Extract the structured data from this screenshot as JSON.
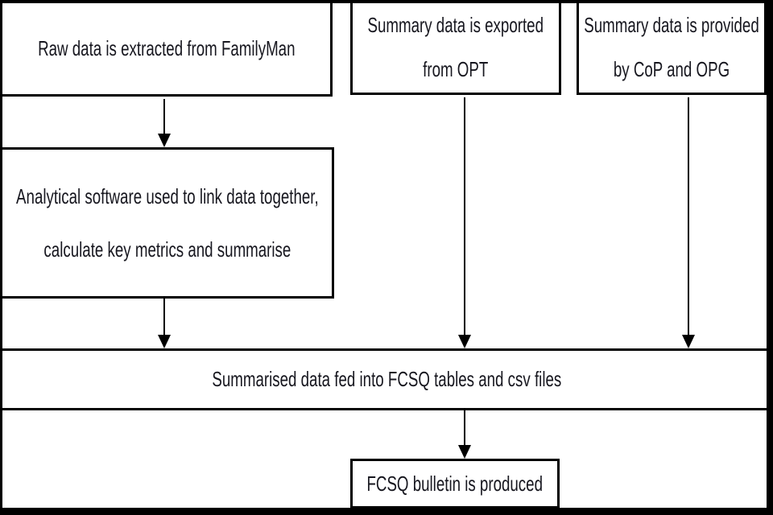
{
  "diagram": {
    "type": "flowchart",
    "nodes": {
      "raw_data": {
        "label": "Raw data is extracted from FamilyMan"
      },
      "opt_export": {
        "label": "Summary data is exported\nfrom OPT"
      },
      "cop_opg": {
        "label": "Summary data is provided\nby CoP and OPG"
      },
      "analytical": {
        "label": "Analytical software used to link data together,\ncalculate key metrics and summarise"
      },
      "fcsq_tables": {
        "label": "Summarised data fed into FCSQ tables and csv files"
      },
      "bulletin": {
        "label": "FCSQ bulletin is produced"
      }
    },
    "edges": [
      {
        "from": "raw_data",
        "to": "analytical"
      },
      {
        "from": "analytical",
        "to": "fcsq_tables"
      },
      {
        "from": "opt_export",
        "to": "fcsq_tables"
      },
      {
        "from": "cop_opg",
        "to": "fcsq_tables"
      },
      {
        "from": "fcsq_tables",
        "to": "bulletin"
      }
    ],
    "colors": {
      "border": "#000000",
      "text": "#17171f",
      "background": "#ffffff"
    }
  }
}
